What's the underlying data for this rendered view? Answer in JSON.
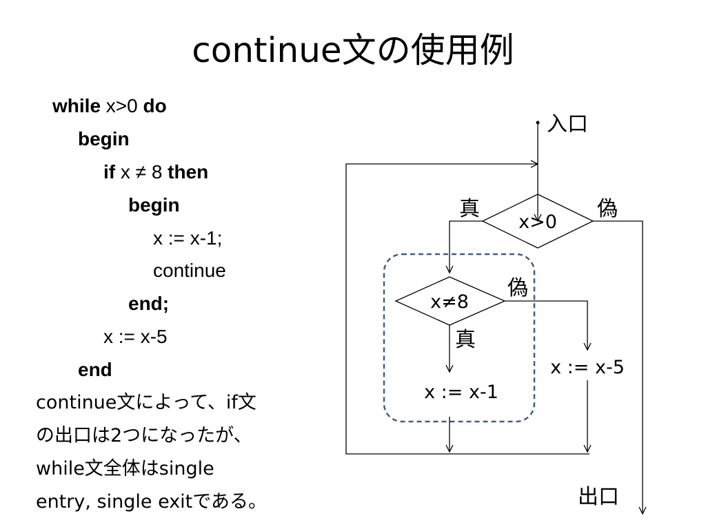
{
  "slide": {
    "title": "continue文の使用例"
  },
  "code": {
    "while_kw": "while",
    "while_cond": "x>0",
    "do_kw": "do",
    "begin1": "begin",
    "if_kw": "if",
    "if_cond": "x ≠ 8",
    "then_kw": "then",
    "begin2": "begin",
    "assign1": "x := x-1;",
    "continue_stmt": "continue",
    "end2": "end;",
    "assign2": "x := x-5",
    "end1": "end"
  },
  "note": {
    "line1": "continue文によって、if文",
    "line2": "の出口は2つになったが、",
    "line3": "while文全体はsingle",
    "line4": "entry, single exitである。"
  },
  "flowchart": {
    "entry_label": "入口",
    "exit_label": "出口",
    "cond1": "x>0",
    "cond1_true": "真",
    "cond1_false": "偽",
    "cond2": "x≠8",
    "cond2_true": "真",
    "cond2_false": "偽",
    "box_assign1": "x := x-1",
    "box_assign2": "x := x-5",
    "colors": {
      "line": "#000000",
      "dashed_region": "#3e5f86"
    }
  }
}
